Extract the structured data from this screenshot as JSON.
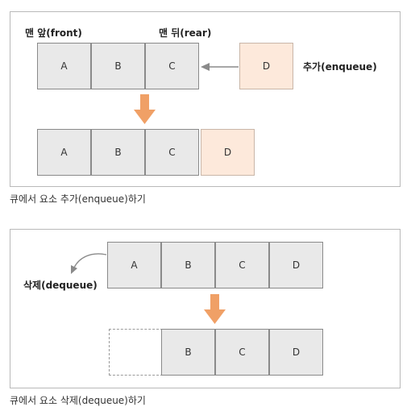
{
  "top": {
    "front_label": "맨 앞(front)",
    "rear_label": "맨 뒤(rear)",
    "enqueue_label": "추가(enqueue)",
    "queue_before": [
      "A",
      "B",
      "C"
    ],
    "incoming": "D",
    "queue_after": [
      "A",
      "B",
      "C",
      "D"
    ],
    "caption": "큐에서 요소 추가(enqueue)하기"
  },
  "bottom": {
    "dequeue_label": "삭제(dequeue)",
    "queue_before": [
      "A",
      "B",
      "C",
      "D"
    ],
    "queue_after": [
      "B",
      "C",
      "D"
    ],
    "caption": "큐에서 요소 삭제(dequeue)하기"
  },
  "colors": {
    "cell_fill": "#e9e9e9",
    "new_cell_fill": "#fde9db",
    "arrow_orange": "#f0a066",
    "border_gray": "#8a8a8a"
  }
}
